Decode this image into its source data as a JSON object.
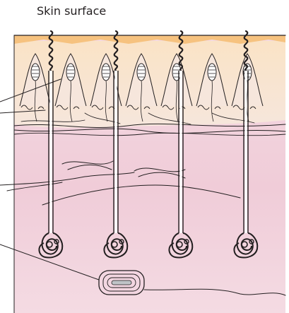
{
  "figure": {
    "caption": "Skin surface"
  },
  "colors": {
    "epidermis": "#f6c27f",
    "epidermis_light": "#fae3c6",
    "papilla_zone": "#f6e6dc",
    "dermis": "#f4dbe3",
    "dermis_deep": "#f0ccd8",
    "ink": "#231f20"
  },
  "structures": {
    "sweat_glands": 4,
    "dermal_papillae": 7
  }
}
